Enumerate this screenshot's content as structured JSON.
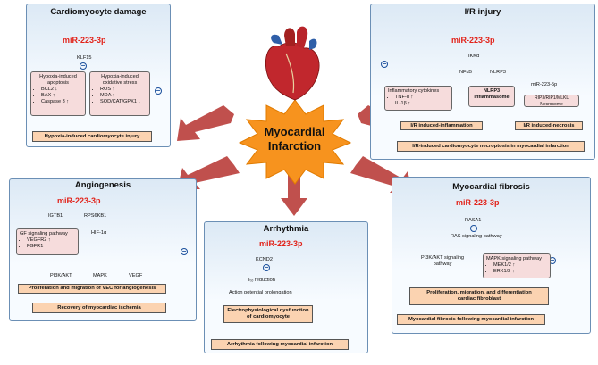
{
  "center": {
    "line1": "Myocardial",
    "line2": "Infarction"
  },
  "cardio": {
    "title": "Cardiomyocyte damage",
    "mir": "miR-223-3p",
    "klf": "KLF15",
    "apop_title1": "Hypoxia-induced",
    "apop_title2": "apoptosis",
    "apop_items": [
      "BCL2 ↓",
      "BAX ↑",
      "Caspase 3 ↑"
    ],
    "ox_title1": "Hypoxia-induced",
    "ox_title2": "oxidative stress",
    "ox_items": [
      "ROS ↑",
      "MDA ↑",
      "SOD/CAT/GPX1 ↓"
    ],
    "result": "Hypoxia-induced cardiomyocyte injury"
  },
  "ir": {
    "title": "I/R injury",
    "mir": "miR-223-3p",
    "ikk": "IKKα",
    "nfkb": "NFκB",
    "nlrp": "NLRP3",
    "cyt_title": "Inflammatory cytokines",
    "cyt_items": [
      "TNF-α ↑",
      "IL-1β ↑"
    ],
    "inflammasome1": "NLRP3",
    "inflammasome2": "Inflammasome",
    "mir5p": "miR-223-5p",
    "rip": "RIP3/RIP1/MLKL",
    "necrosome": "Necrosome",
    "inflam": "I/R induced-inflammation",
    "necrosis": "I/R induced-necrosis",
    "result": "I/R-induced cardiomyocyte necroptosis in myocardial infarction"
  },
  "angio": {
    "title": "Angiogenesis",
    "mir": "miR-223-3p",
    "igtb": "IGTB1",
    "rps": "RPS6KB1",
    "hif": "HIF-1α",
    "gf_title": "GF signaling pathway",
    "gf_items": [
      "VEGFR2 ↑",
      "FGFR1 ↑"
    ],
    "pi3k": "PI3K/AKT",
    "mapk": "MAPK",
    "vegf": "VEGF",
    "prolif": "Proliferation and migration of VEC for angiogenesis",
    "recovery": "Recovery of myocardiac ischemia"
  },
  "arrhythmia": {
    "title": "Arrhythmia",
    "mir": "miR-223-3p",
    "kcnd": "KCND2",
    "ito": "Iₜₒ reduction",
    "apd": "Action potential prolongation",
    "elec1": "Electrophysiological dysfunction",
    "elec2": "of cardiomyocyte",
    "result": "Arrhythmia following myocardial infarction"
  },
  "fibrosis": {
    "title": "Myocardial fibrosis",
    "mir": "miR-223-3p",
    "rasa": "RASA1",
    "ras": "RAS signaling pathway",
    "pi3k1": "PI3K/AKT signaling",
    "pi3k2": "pathway",
    "mapk_title": "MAPK signaling pathway",
    "mapk_items": [
      "MEK1/2 ↑",
      "ERK1/2 ↑"
    ],
    "prolif1": "Proliferation, migration, and differentiation",
    "prolif2": "cardiac fibroblast",
    "result": "Myocardial fibrosis following myocardial infarction"
  },
  "colors": {
    "star": "#f7931e",
    "arrow": "#c0504d",
    "red_text": "#e2231a",
    "inhibit": "#1a4f9c"
  }
}
